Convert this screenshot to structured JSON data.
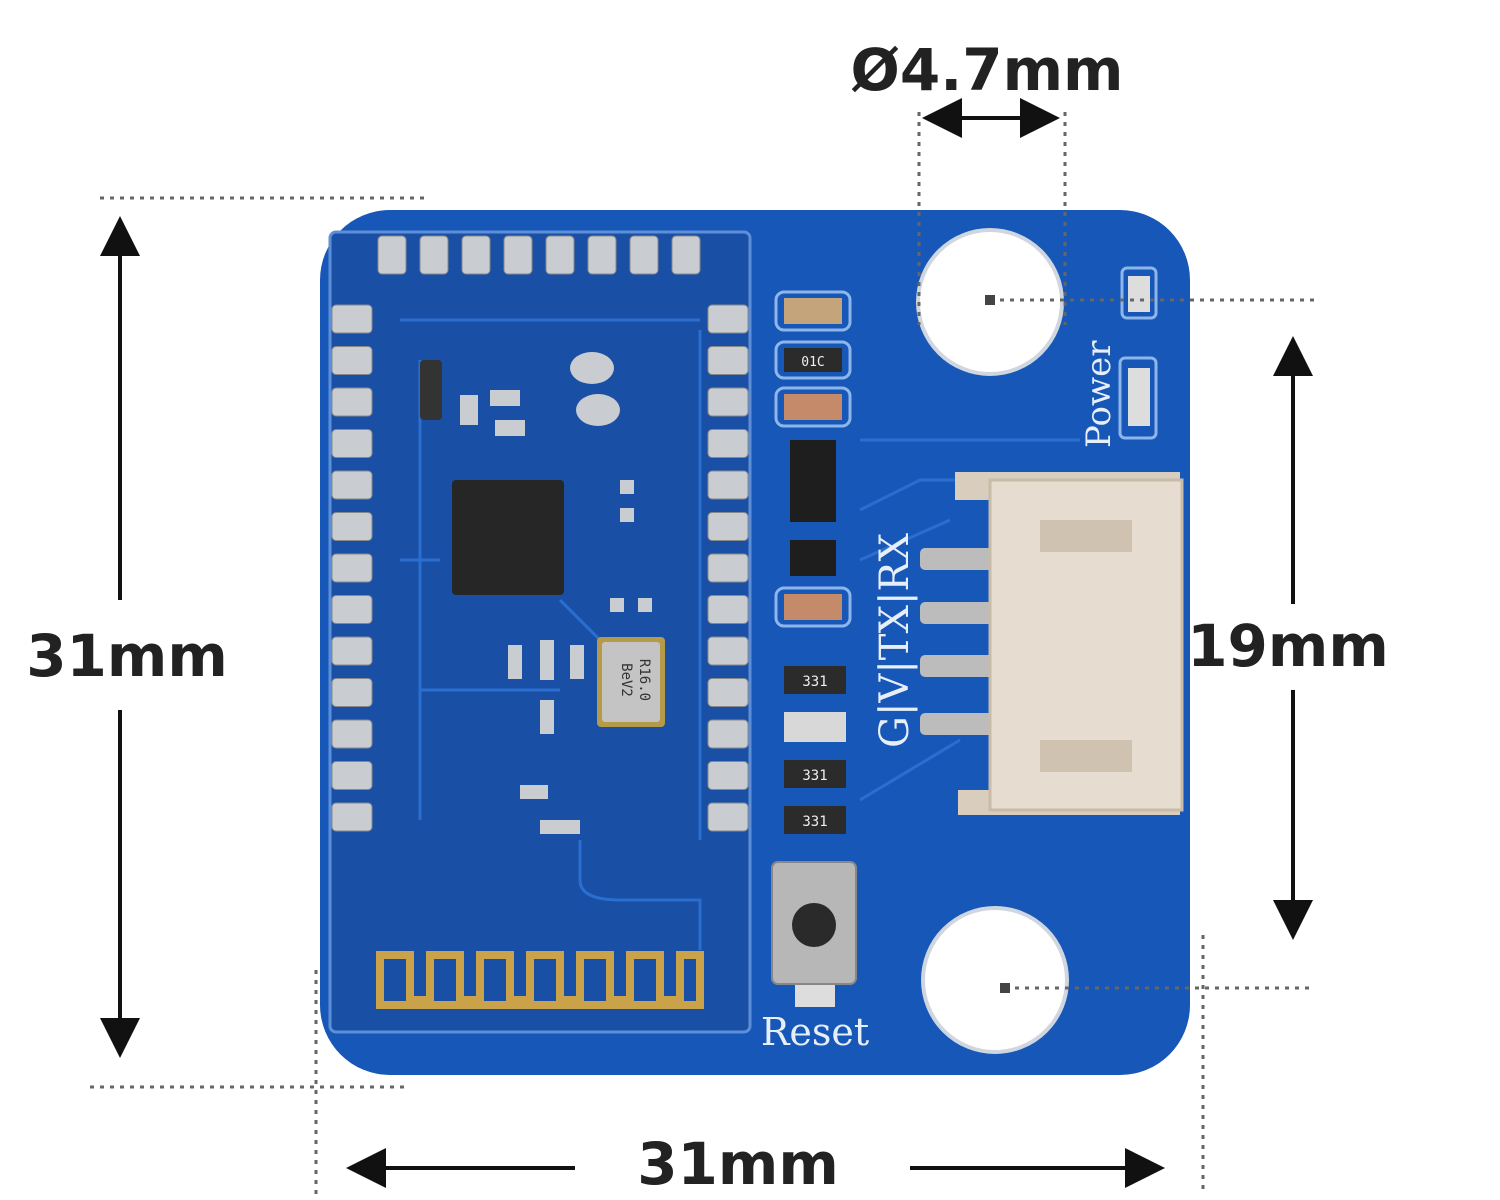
{
  "dimensions": {
    "hole_diameter": "Ø4.7mm",
    "height": "31mm",
    "width": "31mm",
    "hole_spacing": "19mm"
  },
  "board_labels": {
    "power": "Power",
    "reset": "Reset",
    "pins": "G|V|TX|RX",
    "resistor_marking": "331",
    "resistor_marking_top": "01C",
    "crystal_line1": "R16.0",
    "crystal_line2": "BeV2"
  },
  "colors": {
    "pcb": "#1757b8",
    "module": "#1a4fa6",
    "antenna": "#c9a24a",
    "connector": "#e6dccf"
  }
}
